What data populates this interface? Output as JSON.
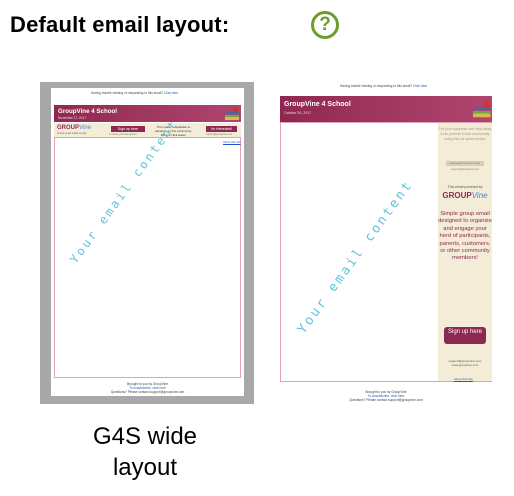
{
  "page": {
    "title": "Default email layout:",
    "help_icon": "question-circle-icon",
    "help_glyph": "?",
    "accent_color": "#6d9c2e"
  },
  "wide_layout": {
    "caption_line1": "G4S wide",
    "caption_line2": "layout",
    "top_note": "Having trouble viewing or responding to this email?",
    "top_note_link": "Click here",
    "header_title": "GroupVine 4 School",
    "header_date": "November 27, 2017",
    "logo_group": "GROUP",
    "logo_vine": "Vine",
    "logo_tagline": "Group email made simple",
    "signup_label": "Sign up here",
    "signup_sub": "to create your own groups",
    "promo_line1": "This space is available to",
    "promo_line2": "advertise to this community.",
    "promo_line3": "Be one click away!",
    "interested_label": "I'm Interested!",
    "interested_sub": "support@groupvine.com",
    "about_link": "About this site",
    "content_placeholder": "Your email content",
    "footer_line1": "Brought to you by GroupVine",
    "footer_line2": "To unsubscribe, click here",
    "footer_line3": "Questions? Please contact support@groupvine.com"
  },
  "narrow_layout": {
    "top_note": "Having trouble viewing or responding to this email?",
    "top_note_link": "Click here",
    "header_title": "GroupVine 4 School",
    "header_date": "October 30, 2017",
    "side_promo": "Put your business one click away from parents in this community using this ad space below.",
    "side_promo_button": "Interested? Let us know!",
    "side_promo_sub": "support@groupvine.com",
    "powered_by": "This email powered by",
    "logo_group": "GROUP",
    "logo_vine": "Vine",
    "description": "Simple group email designed to organize and engage your herd of participants, parents, customers, or other community members!",
    "signup_label": "Sign up here",
    "support_line1": "support@groupvine.com",
    "support_line2": "www.groupvine.com",
    "about_link": "About this site",
    "content_placeholder": "Your email content",
    "footer_line1": "Brought to you by GroupVine",
    "footer_line2": "To unsubscribe, click here",
    "footer_line3": "Questions? Please contact support@groupvine.com"
  },
  "colors": {
    "header_purple": "#8f2850",
    "band_beige": "#f3ecd7",
    "placeholder_cyan": "#5fc4d8",
    "frame_gray": "#a8a8a8"
  }
}
